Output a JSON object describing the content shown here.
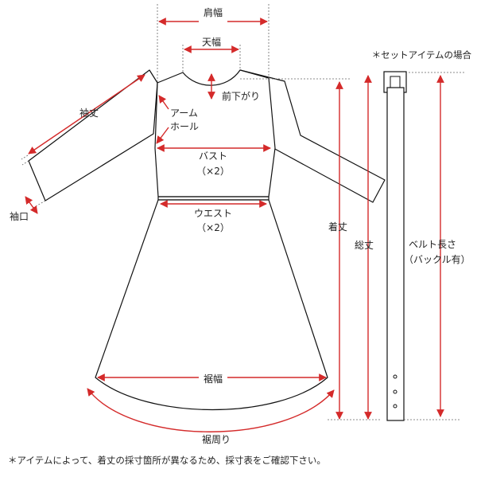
{
  "labels": {
    "shoulder_width": "肩幅",
    "neck_width": "天幅",
    "neck_drop": "前下がり",
    "sleeve_length": "袖丈",
    "armhole_line1": "アーム",
    "armhole_line2": "ホール",
    "bust": "バスト",
    "bust_note": "（×2）",
    "cuff": "袖口",
    "waist": "ウエスト",
    "waist_note": "（×2）",
    "length": "着丈",
    "total_length": "総丈",
    "hem_width": "裾幅",
    "hem_circumference": "裾周り",
    "belt_length_line1": "ベルト長さ",
    "belt_length_line2": "（バックル有）"
  },
  "notes": {
    "set_item": "＊セットアイテムの場合",
    "footer": "＊アイテムによって、着丈の採寸箇所が異なるため、採寸表をご確認下さい。"
  },
  "colors": {
    "measure": "#d42a2a",
    "outline": "#111111",
    "guide": "#666666"
  }
}
